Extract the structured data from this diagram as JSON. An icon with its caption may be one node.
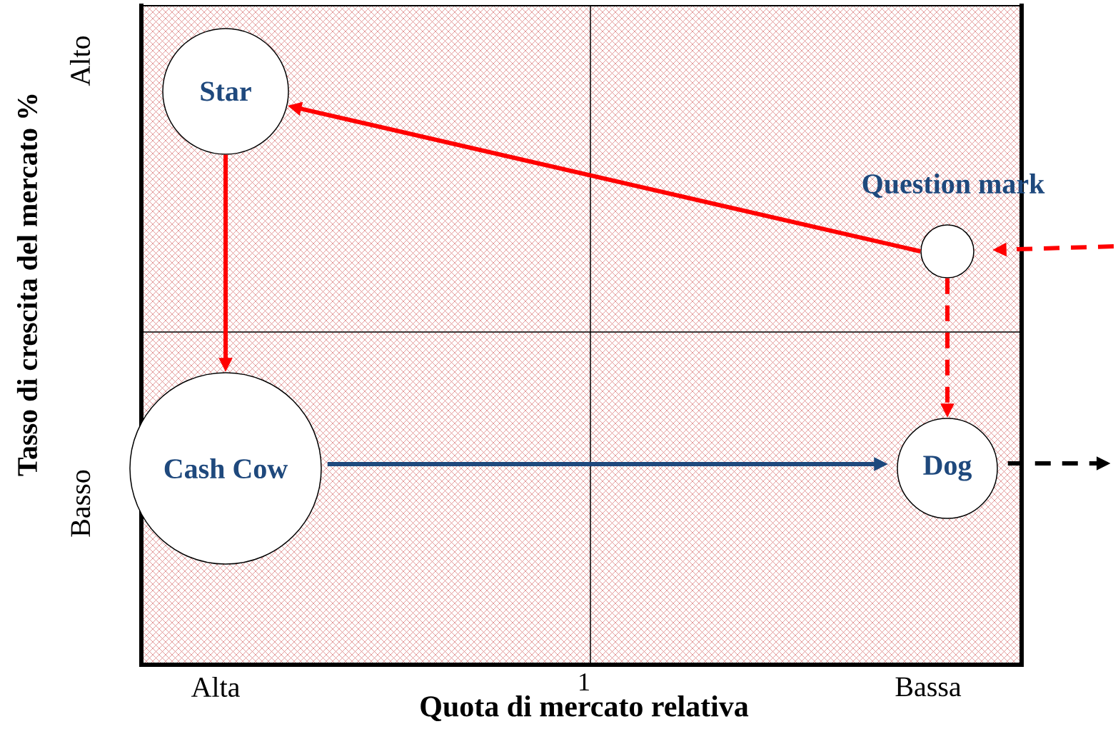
{
  "diagram": {
    "nodes": [
      {
        "text": [
          "Star"
        ]
      },
      {
        "text": [
          "Question mark"
        ]
      },
      {
        "text": [
          "Cash Cow"
        ]
      },
      {
        "text": [
          "Dog"
        ]
      }
    ],
    "edges": [
      {
        "from": 1,
        "to": 0,
        "arrow": "to"
      },
      {
        "from": 0,
        "to": 2,
        "arrow": "to"
      },
      {
        "from": 1,
        "to": 3,
        "arrow": "to",
        "style": "dashed"
      },
      {
        "from": 2,
        "to": 3,
        "arrow": "to",
        "color": "#1f497d"
      },
      {
        "from": null,
        "to": 1,
        "arrow": "to",
        "style": "dashed"
      },
      {
        "from": 3,
        "to": null,
        "arrow": "to",
        "style": "dashed",
        "color": "#000000"
      }
    ],
    "labels": [
      "Alto",
      "Basso",
      "Tasso di crescita del mercato %",
      "Alta",
      "1",
      "Bassa",
      "Quota di mercato relativa"
    ]
  }
}
